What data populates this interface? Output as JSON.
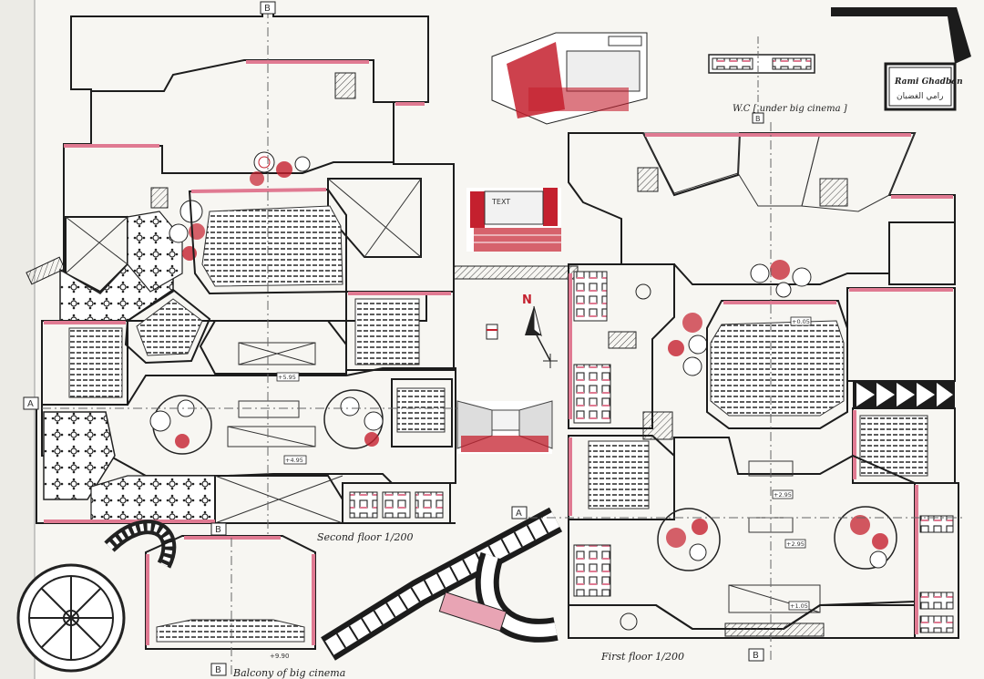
{
  "labels": {
    "second_floor": "Second floor 1/200",
    "first_floor": "First floor 1/200",
    "balcony": "Balcony of big cinema",
    "section_wc": "W.C [ under big cinema ]",
    "author_latin": "Rami Ghadban",
    "author_arabic": "رامي الغضبان",
    "north": "N",
    "section_a_left": "A",
    "section_a_mid": "A",
    "section_b_top": "B",
    "section_b_bottom": "B",
    "section_b_first_top": "B",
    "section_b_first_bottom": "B",
    "section_b_wc": "B",
    "level_1": "+5.95",
    "level_2": "+4.95",
    "level_3": "+2.95",
    "level_4": "+2.95",
    "level_5": "+1.05",
    "level_6": "+0.05",
    "level_7": "+9.90"
  },
  "colors": {
    "ink": "#1c1c1c",
    "accent_pink": "#e8a4b4",
    "accent_red": "#c4202e",
    "paper": "#f7f6f2"
  }
}
